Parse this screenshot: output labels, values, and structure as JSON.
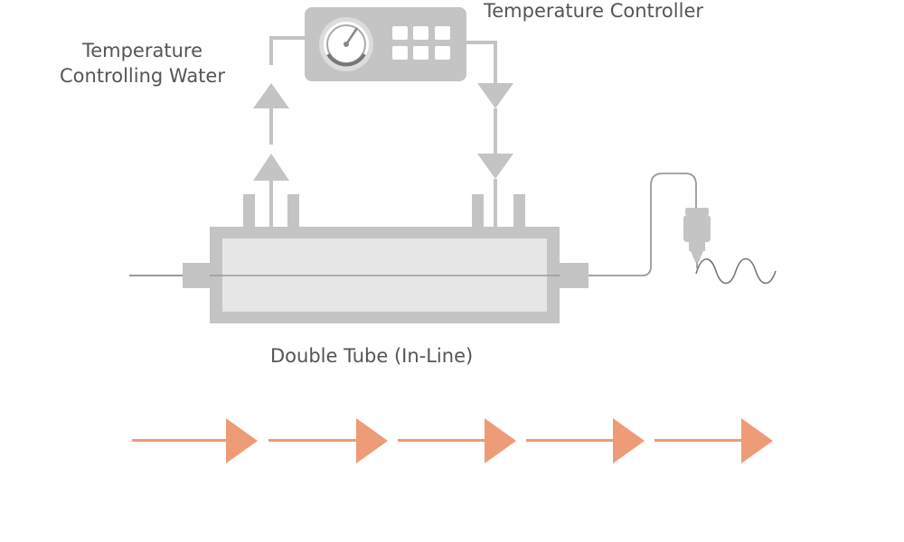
{
  "labels": {
    "temperature_controller": "Temperature Controller",
    "controlling_water_line1": "Temperature",
    "controlling_water_line2": "Controlling Water",
    "double_tube": "Double Tube (In-Line)"
  },
  "colors": {
    "equipment_gray": "#c4c4c4",
    "tube_inner": "#e6e6e6",
    "line_gray": "#999999",
    "flow_arrow": "#ee9b78",
    "text": "#555555"
  },
  "icons": [
    "gauge-icon",
    "keypad-icon",
    "sensor-probe-icon",
    "signal-wave-icon",
    "flow-arrow-icon"
  ],
  "flow_arrow_count": 5
}
